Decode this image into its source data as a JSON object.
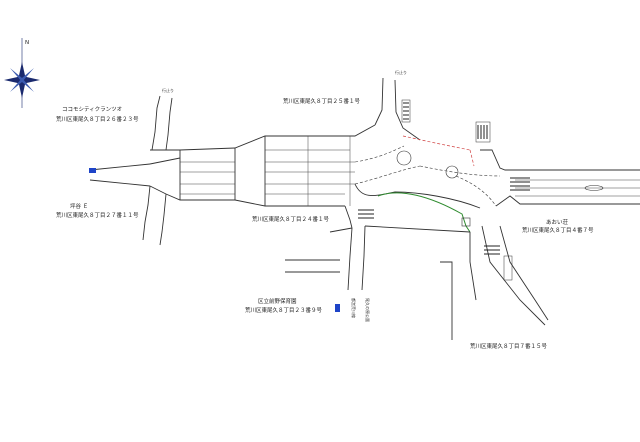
{
  "compass": {
    "north_label": "N"
  },
  "place_labels": {
    "coco_mosquito": "ココモシティクランツオ",
    "addr_26_23": "荒川区東尾久８丁目２６番２３号",
    "addr_25_1": "荒川区東尾久８丁目２５番１号",
    "sign_2_1": "坪谷 Ｅ",
    "addr_27_11": "荒川区東尾久８丁目２７番１１号",
    "addr_24_1": "荒川区東尾久８丁目２４番１号",
    "ojou": "あおい荘",
    "addr_4_7": "荒川区東尾久８丁目４番７号",
    "facility": "区立前野保育園",
    "addr_23_9": "荒川区東尾久８丁目２３番９号",
    "addr_7_15": "荒川区東尾久８丁目７番１５号",
    "stop_top": "行止り",
    "stop_left": "行止り",
    "vertical_road": "都営荒川線",
    "vertical_road2": "尾久の原公園"
  },
  "colors": {
    "road": "#333333",
    "green_path": "#2e8b2e",
    "red_dash": "#d04040",
    "blue_marker": "#1e44c8",
    "compass_blue": "#1a2a6e"
  }
}
